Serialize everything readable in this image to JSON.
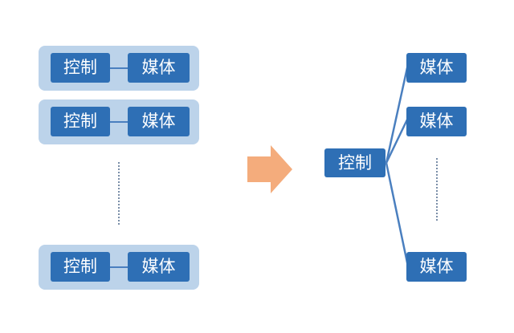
{
  "left_groups": [
    {
      "control": "控制",
      "media": "媒体"
    },
    {
      "control": "控制",
      "media": "媒体"
    },
    {
      "control": "控制",
      "media": "媒体"
    }
  ],
  "right_tree": {
    "control": "控制",
    "media": [
      "媒体",
      "媒体",
      "媒体"
    ]
  },
  "colors": {
    "node": "#2e6fb5",
    "group_bg": "#bcd3ea",
    "arrow": "#f4ac7c",
    "edge": "#4a7fbf"
  }
}
